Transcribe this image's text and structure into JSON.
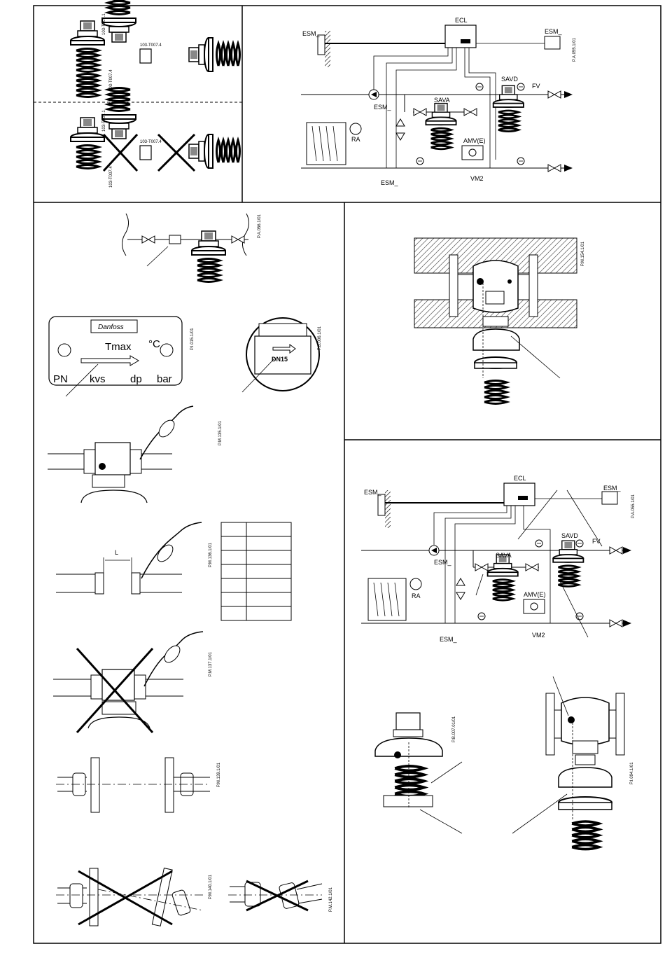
{
  "labels": {
    "esm": "ESM_",
    "ecl": "ECL",
    "savd": "SAVD",
    "fv": "FV",
    "sava": "SAVA",
    "ra": "RA",
    "amv": "AMV(E)",
    "vm2": "VM2",
    "l": "L",
    "dn15": "DN15"
  },
  "plate": {
    "tmax": "Tmax",
    "celsius": "°C",
    "pn": "PN",
    "kvs": "kvs",
    "dp": "dp",
    "bar": "bar"
  },
  "refs": {
    "r1": "P.A.055.1/01",
    "r2": "P.A.056.1/01",
    "r3": "P.M.154.1/01",
    "r4": "P.I.015.1/01",
    "r5": "P.B.006.1/01",
    "r6": "P.M.135.1/01",
    "r7": "P.M.136.1/01",
    "r8": "P.M.137.1/01",
    "r9": "P.M.139.1/01",
    "r10": "P.M.140.1/01",
    "r11": "P.M.142.1/01",
    "r12": "P.A.055.1/01",
    "r13": "P.B.007.01/01",
    "r14": "P.I.094.1/01"
  }
}
